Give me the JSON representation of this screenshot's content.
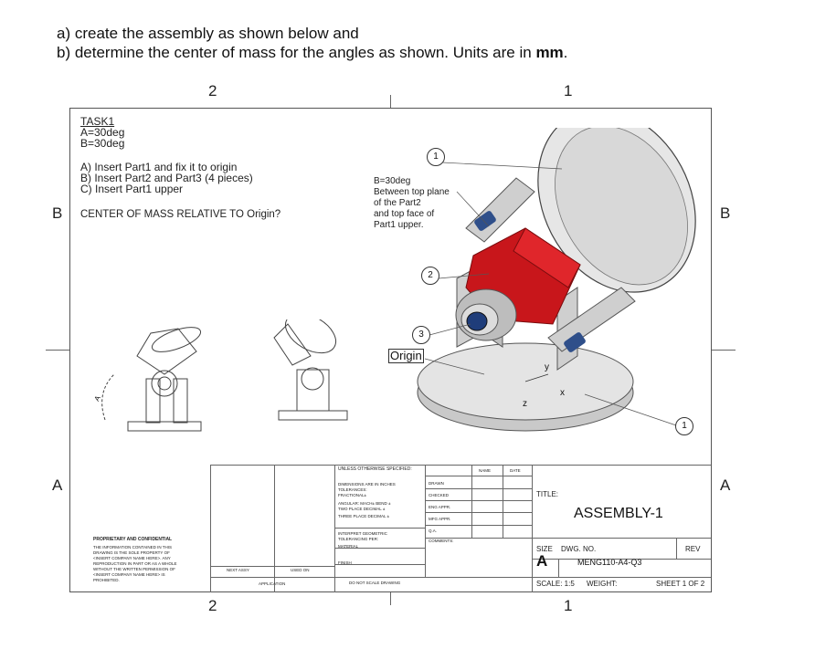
{
  "instructions": {
    "line_a": "a) create the assembly as shown below and",
    "line_b_prefix": "b) determine the center of mass for the angles as shown. Units are in ",
    "line_b_units": "mm",
    "line_b_suffix": "."
  },
  "zones": {
    "top_left": "2",
    "top_right": "1",
    "bottom_left": "2",
    "bottom_right": "1",
    "left_b": "B",
    "right_b": "B",
    "left_a": "A",
    "right_a": "A"
  },
  "task": {
    "title": "TASK1",
    "a": "A=30deg",
    "b": "B=30deg",
    "step_a": "A) Insert Part1 and fix it to origin",
    "step_b": "B) Insert Part2 and Part3 (4 pieces)",
    "step_c": "C) Insert Part1 upper",
    "center_mass": "CENTER OF MASS RELATIVE TO Origin?"
  },
  "note": {
    "l1": "B=30deg",
    "l2": "Between top plane",
    "l3": "of the Part2",
    "l4": "and top face of",
    "l5": "Part1 upper."
  },
  "balloons": [
    "1",
    "2",
    "3",
    "1"
  ],
  "origin_label": "Origin",
  "axes": {
    "x": "x",
    "y": "y",
    "z": "z"
  },
  "detail_label": "A",
  "title_block": {
    "unless": "UNLESS OTHERWISE SPECIFIED:",
    "dims": "DIMENSIONS ARE IN INCHES",
    "tol": "TOLERANCES:",
    "frac": "FRACTIONAL±",
    "angular": "ANGULAR: MACH±   BEND ±",
    "two_place": "TWO PLACE DECIMAL   ±",
    "three_place": "THREE PLACE DECIMAL  ±",
    "interpret": "INTERPRET GEOMETRIC",
    "toler_per": "TOLERANCING PER:",
    "material": "MATERIAL",
    "finish": "FINISH",
    "do_not_scale": "DO NOT SCALE DRAWING",
    "name": "NAME",
    "date": "DATE",
    "drawn": "DRAWN",
    "checked": "CHECKED",
    "eng_appr": "ENG APPR.",
    "mfg_appr": "MFG APPR.",
    "qa": "Q.A.",
    "comments": "COMMENTS:",
    "title_label": "TITLE:",
    "title": "ASSEMBLY-1",
    "size_label": "SIZE",
    "size": "A",
    "dwg_no_label": "DWG. NO.",
    "dwg_no": "MENG110-A4-Q3",
    "rev": "REV",
    "scale": "SCALE: 1:5",
    "weight": "WEIGHT:",
    "sheet": "SHEET 1 OF 2",
    "next_assy": "NEXT ASSY",
    "used_on": "USED ON",
    "application": "APPLICATION",
    "proprietary_title": "PROPRIETARY AND CONFIDENTIAL",
    "proprietary_l1": "THE INFORMATION CONTAINED IN THIS",
    "proprietary_l2": "DRAWING IS THE SOLE PROPERTY OF",
    "proprietary_l3": "<INSERT COMPANY NAME HERE>. ANY",
    "proprietary_l4": "REPRODUCTION IN PART OR AS A WHOLE",
    "proprietary_l5": "WITHOUT THE WRITTEN PERMISSION OF",
    "proprietary_l6": "<INSERT COMPANY NAME HERE> IS",
    "proprietary_l7": "PROHIBITED."
  },
  "colors": {
    "red_part": "#c8161b",
    "gray_part": "#b8b8b8",
    "blue_part": "#2f4f8a"
  }
}
